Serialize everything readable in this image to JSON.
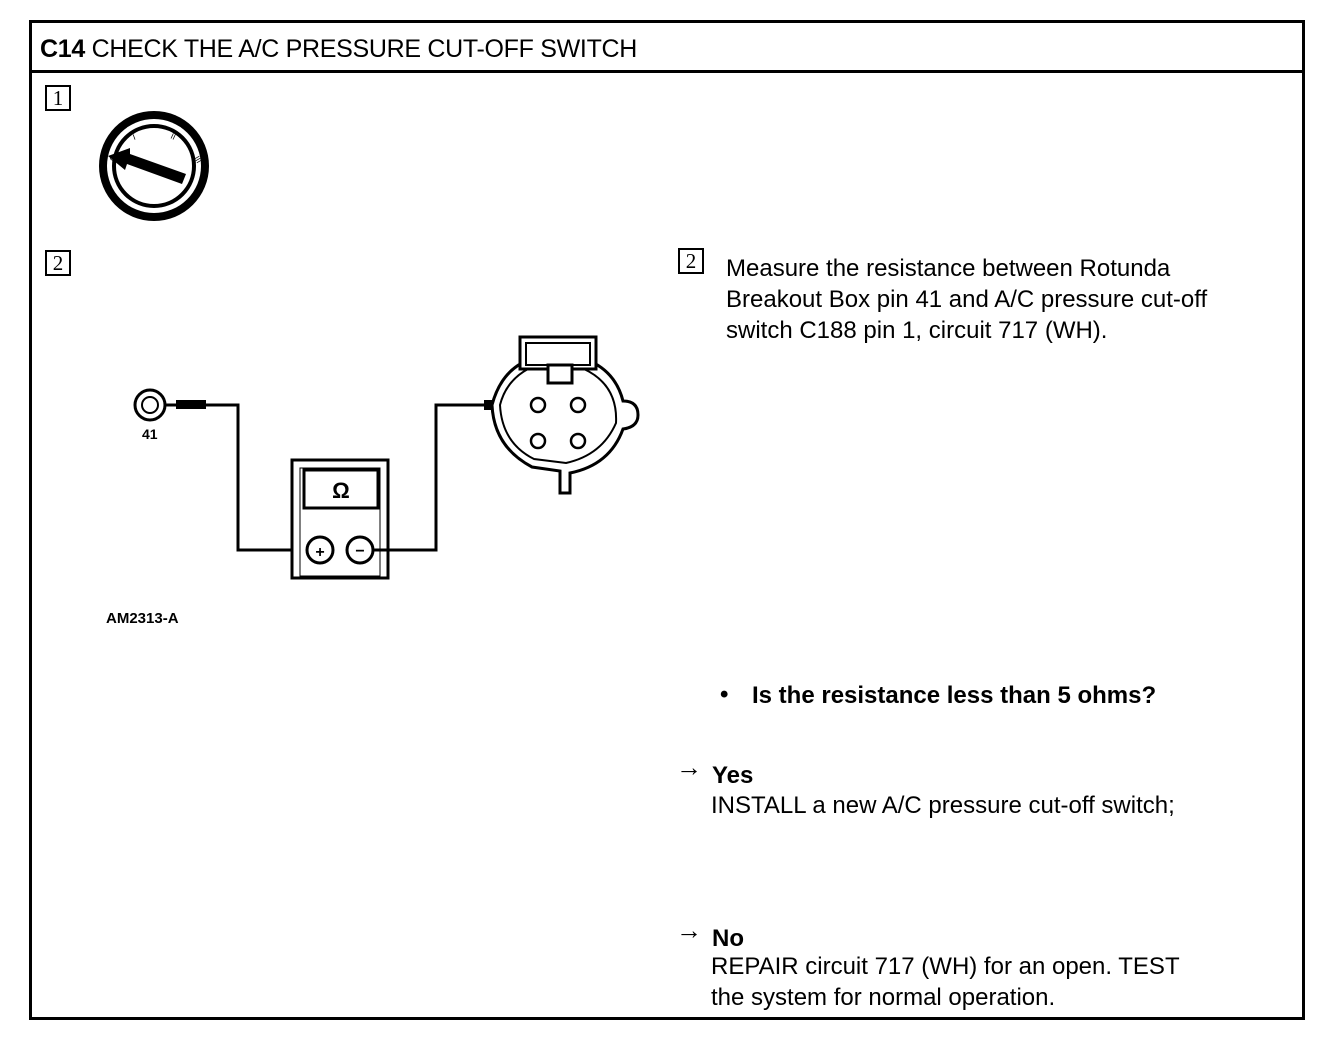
{
  "header": {
    "code": "C14",
    "title": "CHECK THE A/C PRESSURE CUT-OFF SWITCH"
  },
  "steps": [
    {
      "number": "1"
    },
    {
      "number": "2"
    }
  ],
  "figure": {
    "pin_label": "41",
    "meter_symbol": "Ω",
    "plus_symbol": "+",
    "minus_symbol": "−",
    "ignition_positions": [
      "0",
      "I",
      "II",
      "III"
    ],
    "figure_id": "AM2313-A"
  },
  "instruction": {
    "step_number": "2",
    "lines": [
      "Measure the resistance between Rotunda",
      "Breakout Box pin 41 and A/C pressure cut-off",
      "switch C188 pin 1, circuit 717 (WH)."
    ]
  },
  "question": {
    "bullet": "•",
    "text": "Is the resistance less than 5 ohms?"
  },
  "answers": [
    {
      "arrow": "→",
      "label": "Yes",
      "lines": [
        "INSTALL a new A/C pressure cut-off switch;"
      ]
    },
    {
      "arrow": "→",
      "label": "No",
      "lines": [
        "REPAIR circuit 717 (WH) for an open. TEST",
        "the system for normal operation."
      ]
    }
  ]
}
